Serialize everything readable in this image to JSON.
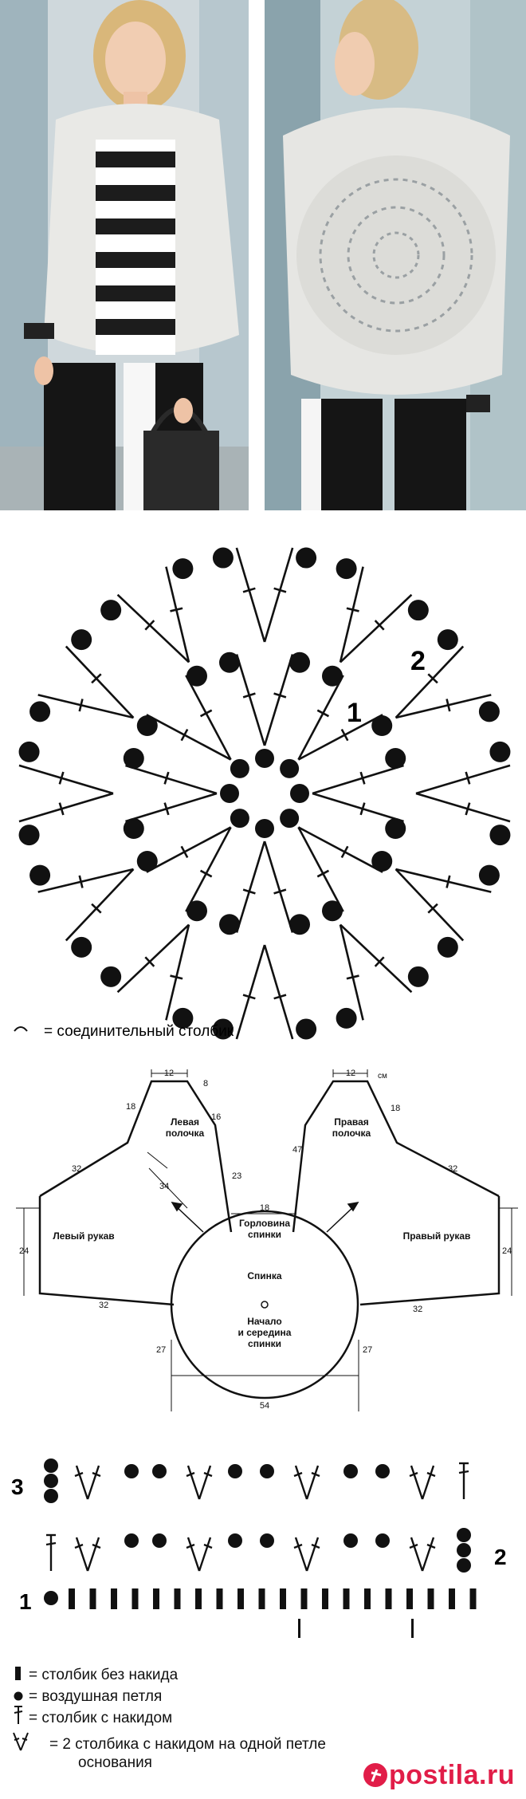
{
  "photos": {
    "left_alt": "",
    "right_alt": ""
  },
  "motif_chart": {
    "labels": {
      "row1": "1",
      "row2": "2"
    }
  },
  "legend_top": {
    "slip_stitch": "= соединительный столбик"
  },
  "schematic": {
    "labels": {
      "left_front": [
        "Левая",
        "полочка"
      ],
      "right_front": [
        "Правая",
        "полочка"
      ],
      "left_sleeve": "Левый рукав",
      "right_sleeve": "Правый рукав",
      "neck": [
        "Горловина",
        "спинки"
      ],
      "back": "Спинка",
      "start": [
        "Начало",
        "и середина",
        "спинки"
      ]
    },
    "measurements": {
      "lf_top": "12",
      "lf_top_right": "8",
      "lf_left": "18",
      "lf_right": "16",
      "lf_inner": "23",
      "lf_arrow": "34",
      "rf_top": "12",
      "rf_cm": "см",
      "rf_right": "18",
      "rf_left": "47",
      "ls_top": "32",
      "ls_left": "24",
      "ls_bottom": "32",
      "rs_top": "32",
      "rs_right": "24",
      "rs_bottom": "32",
      "neck": "18",
      "circle_left": "27",
      "circle_right": "27",
      "diameter": "54"
    }
  },
  "stitch_pattern": {
    "row_labels": {
      "row3": "3",
      "row2": "2",
      "row1": "1"
    }
  },
  "legend_bottom": {
    "sc": "= столбик без накида",
    "ch": "= воздушная петля",
    "dc": "= столбик с накидом",
    "v_line1": "= 2 столбика с накидом на одной петле",
    "v_line2": "основания"
  },
  "watermark": {
    "text": "postila.ru"
  },
  "colors": {
    "ink": "#111111",
    "watermark": "#e11d48"
  }
}
